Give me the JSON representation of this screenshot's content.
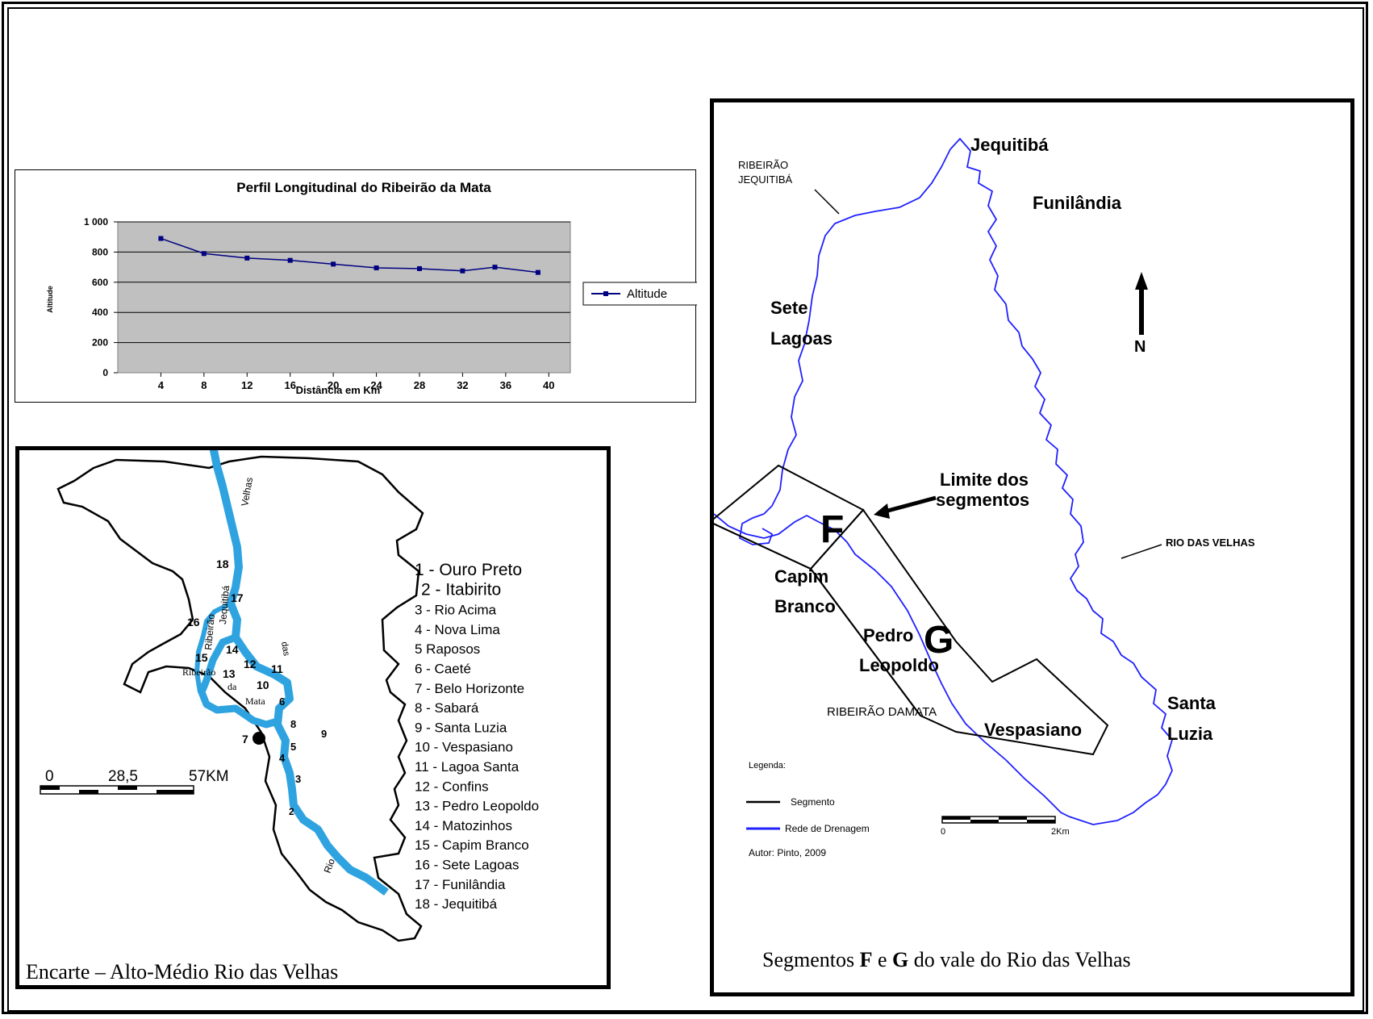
{
  "chart_data": {
    "type": "line",
    "title": "Perfil Longitudinal do Ribeirão da Mata",
    "xlabel": "Distância em Km",
    "ylabel": "Altitude",
    "x_ticks": [
      4,
      8,
      12,
      16,
      20,
      24,
      28,
      32,
      36,
      40
    ],
    "ylim": [
      0,
      1000
    ],
    "y_ticks": [
      0,
      200,
      400,
      600,
      800,
      1000
    ],
    "grid": true,
    "legend_position": "right",
    "series": [
      {
        "name": "Altitude",
        "color": "#000080",
        "x": [
          4,
          8,
          12,
          16,
          20,
          24,
          28,
          32,
          35,
          39
        ],
        "values": [
          890,
          790,
          760,
          745,
          720,
          695,
          690,
          675,
          700,
          665
        ]
      }
    ]
  },
  "inset": {
    "caption": "Encarte – Alto-Médio Rio das Velhas",
    "scale": {
      "s0": "0",
      "s1": "28,5",
      "s2": "57KM"
    },
    "river_labels": {
      "velhas": "Velhas",
      "rio": "Rio",
      "jequitiba": "Jequitibá",
      "ribeirao": "Ribeirão",
      "ribeirao2": "Ribeirão",
      "da": "da",
      "mata": "Mata",
      "das": "das"
    },
    "numbers": [
      "18",
      "17",
      "16",
      "15",
      "14",
      "12",
      "13",
      "11",
      "10",
      "6",
      "8",
      "9",
      "7",
      "5",
      "4",
      "3",
      "2"
    ],
    "legend": [
      "1 - Ouro Preto",
      "2 -  Itabirito",
      "3 - Rio Acima",
      "4 - Nova Lima",
      "5   Raposos",
      "6 - Caeté",
      "7 - Belo Horizonte",
      "8 -  Sabará",
      "9 -  Santa Luzia",
      "10 - Vespasiano",
      "11 - Lagoa Santa",
      "12 - Confins",
      "13 - Pedro Leopoldo",
      "14 - Matozinhos",
      "15 - Capim Branco",
      "16 - Sete Lagoas",
      "17 - Funilândia",
      "18 - Jequitibá"
    ]
  },
  "main_map": {
    "caption_pre": "Segmentos ",
    "caption_f": "F",
    "caption_mid": " e ",
    "caption_g": "G",
    "caption_post": " do vale do Rio das Velhas",
    "towns": {
      "jequitiba": "Jequitibá",
      "funilandia": "Funilândia",
      "sete": "Sete",
      "lagoas": "Lagoas",
      "capim": "Capim",
      "branco": "Branco",
      "pedro": "Pedro",
      "leopoldo": "Leopoldo",
      "vespasiano": "Vespasiano",
      "santa": "Santa",
      "luzia": "Luzia"
    },
    "rivers": {
      "rib_jeq_1": "RIBEIRÃO",
      "rib_jeq_2": "JEQUITIBÁ",
      "rio_velhas": "RIO DAS VELHAS",
      "rib_mata": "RIBEIRÃO DAMATA"
    },
    "segment_f": "F",
    "segment_g": "G",
    "limite_1": "Limite dos",
    "limite_2": "segmentos",
    "north": "N",
    "legend_title": "Legenda:",
    "legend_segment": "Segmento",
    "legend_drainage": "Rede de Drenagem",
    "author": "Autor: Pinto, 2009",
    "scale_0": "0",
    "scale_1": "2Km"
  }
}
